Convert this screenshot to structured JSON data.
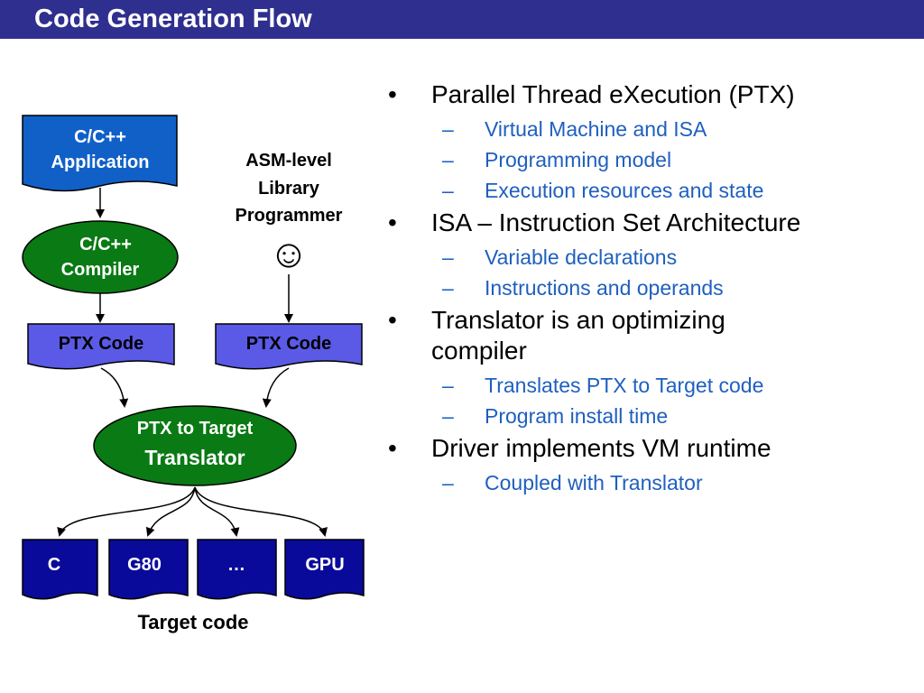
{
  "slide": {
    "title": "Code Generation Flow"
  },
  "diagram": {
    "app_doc": [
      "C/C++",
      "Application"
    ],
    "asm_label": [
      "ASM-level",
      "Library",
      "Programmer"
    ],
    "smiley": "☺",
    "compiler": [
      "C/C++",
      "Compiler"
    ],
    "ptx_left": "PTX Code",
    "ptx_right": "PTX Code",
    "translator": [
      "PTX to Target",
      "Translator"
    ],
    "targets": [
      "C",
      "G80",
      "…",
      "GPU"
    ],
    "target_caption": "Target code",
    "colors": {
      "doc_blue": "#1060c8",
      "ptx_fill": "#5a5ae6",
      "target_fill": "#0a0a9a",
      "ellipse_green": "#0a7a14"
    }
  },
  "bullets": [
    {
      "text": "Parallel Thread eXecution (PTX)",
      "subs": [
        "Virtual Machine and ISA",
        "Programming model",
        "Execution resources and state"
      ]
    },
    {
      "text": "ISA – Instruction Set Architecture",
      "subs": [
        "Variable declarations",
        "Instructions and operands"
      ]
    },
    {
      "text": "Translator is an optimizing compiler",
      "subs": [
        "Translates PTX to Target code",
        "Program install time"
      ]
    },
    {
      "text": "Driver implements VM runtime",
      "subs": [
        "Coupled with Translator"
      ]
    }
  ]
}
